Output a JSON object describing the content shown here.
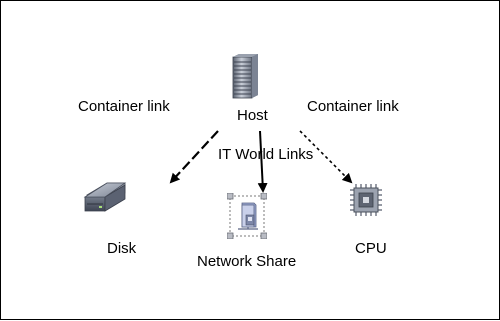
{
  "diagram": {
    "nodes": {
      "host": {
        "label": "Host",
        "icon": "server-icon"
      },
      "disk": {
        "label": "Disk",
        "icon": "disk-drive-icon"
      },
      "network_share": {
        "label": "Network Share",
        "icon": "network-share-icon",
        "selected": true
      },
      "cpu": {
        "label": "CPU",
        "icon": "cpu-chip-icon"
      }
    },
    "edges": {
      "host_disk": {
        "label": "Container link",
        "from": "Host",
        "to": "Disk"
      },
      "host_cpu": {
        "label": "Container link",
        "from": "Host",
        "to": "CPU"
      },
      "host_network_share": {
        "label": "IT World Links",
        "from": "Host",
        "to": "Network Share"
      }
    }
  }
}
